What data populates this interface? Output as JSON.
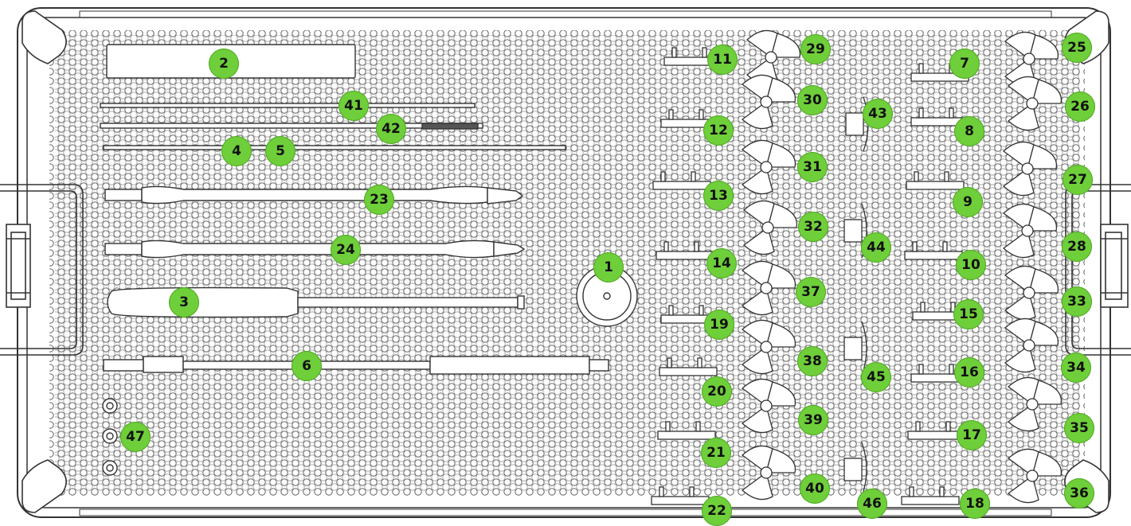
{
  "diagram": {
    "accent_color": "#6fcf3a",
    "line_color": "#333333",
    "markers": [
      {
        "label": "1"
      },
      {
        "label": "2"
      },
      {
        "label": "3"
      },
      {
        "label": "4"
      },
      {
        "label": "5"
      },
      {
        "label": "6"
      },
      {
        "label": "7"
      },
      {
        "label": "8"
      },
      {
        "label": "9"
      },
      {
        "label": "10"
      },
      {
        "label": "11"
      },
      {
        "label": "12"
      },
      {
        "label": "13"
      },
      {
        "label": "14"
      },
      {
        "label": "15"
      },
      {
        "label": "16"
      },
      {
        "label": "17"
      },
      {
        "label": "18"
      },
      {
        "label": "19"
      },
      {
        "label": "20"
      },
      {
        "label": "21"
      },
      {
        "label": "22"
      },
      {
        "label": "23"
      },
      {
        "label": "24"
      },
      {
        "label": "25"
      },
      {
        "label": "26"
      },
      {
        "label": "27"
      },
      {
        "label": "28"
      },
      {
        "label": "29"
      },
      {
        "label": "30"
      },
      {
        "label": "31"
      },
      {
        "label": "32"
      },
      {
        "label": "33"
      },
      {
        "label": "34"
      },
      {
        "label": "35"
      },
      {
        "label": "36"
      },
      {
        "label": "37"
      },
      {
        "label": "38"
      },
      {
        "label": "39"
      },
      {
        "label": "40"
      },
      {
        "label": "41"
      },
      {
        "label": "42"
      },
      {
        "label": "43"
      },
      {
        "label": "44"
      },
      {
        "label": "45"
      },
      {
        "label": "46"
      },
      {
        "label": "47"
      }
    ]
  }
}
